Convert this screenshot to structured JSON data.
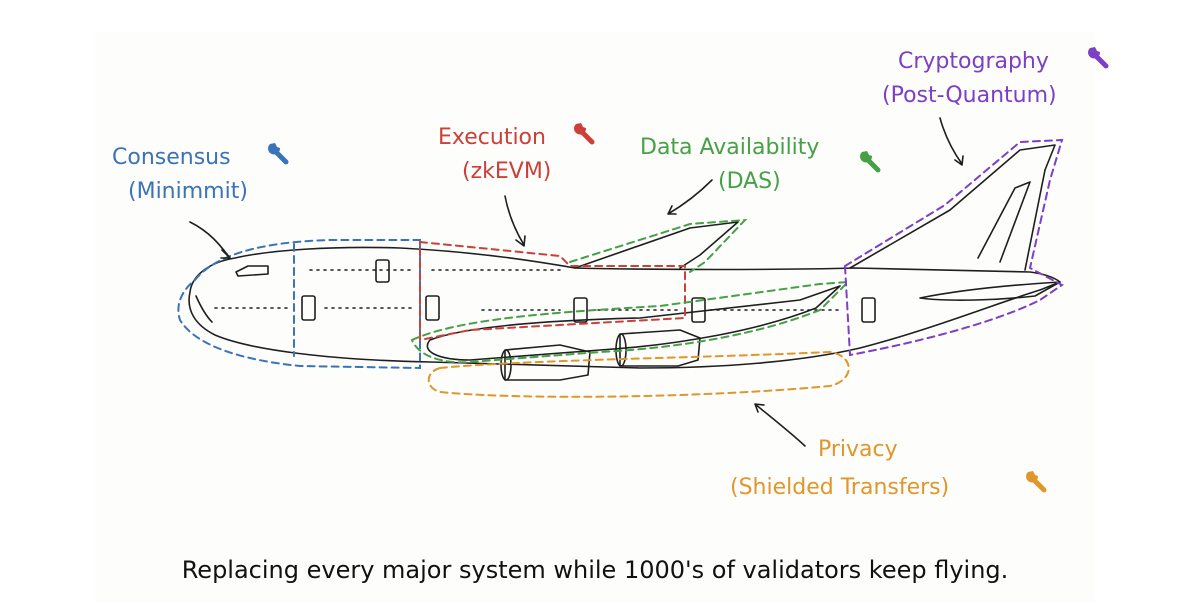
{
  "labels": {
    "consensus": {
      "title": "Consensus",
      "sub": "(Minimmit)",
      "color": "#3a73b8"
    },
    "execution": {
      "title": "Execution",
      "sub": "(zkEVM)",
      "color": "#cc4039"
    },
    "data_availability": {
      "title": "Data Availability",
      "sub": "(DAS)",
      "color": "#45a046"
    },
    "cryptography": {
      "title": "Cryptography",
      "sub": "(Post-Quantum)",
      "color": "#7d3fc4"
    },
    "privacy": {
      "title": "Privacy",
      "sub": "(Shielded Transfers)",
      "color": "#e0962a"
    }
  },
  "caption": "Replacing every major system while 1000's of validators keep flying.",
  "icons": {
    "consensus": "wrench-icon",
    "execution": "wrench-icon",
    "data_availability": "wrench-icon",
    "cryptography": "wrench-icon",
    "privacy": "wrench-icon"
  }
}
